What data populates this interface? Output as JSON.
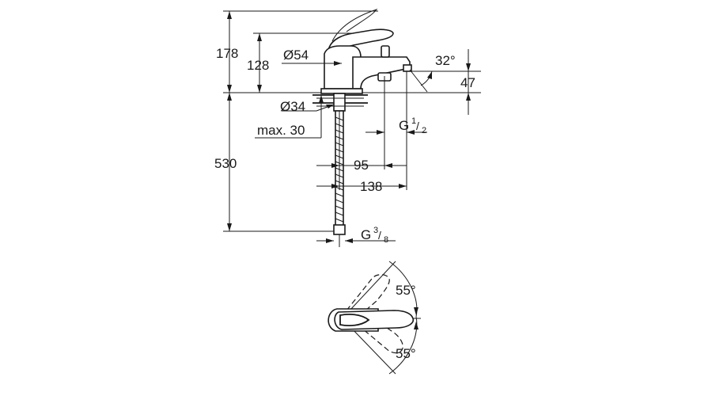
{
  "dimensions": {
    "overall_height": "178",
    "spout_height": "128",
    "base_diameter": "Ø54",
    "hole_diameter": "Ø34",
    "max_deck_thickness": "max. 30",
    "spout_angle": "32°",
    "spout_drop": "47",
    "below_deck_length": "530",
    "spout_reach_inner": "95",
    "spout_reach_outer": "138",
    "outlet_thread": {
      "base": "G ",
      "num": "1",
      "den": "2"
    },
    "inlet_thread": {
      "base": "G ",
      "num": "3",
      "den": "8"
    },
    "lever_angle_back": "55°",
    "lever_angle_front": "55°"
  }
}
